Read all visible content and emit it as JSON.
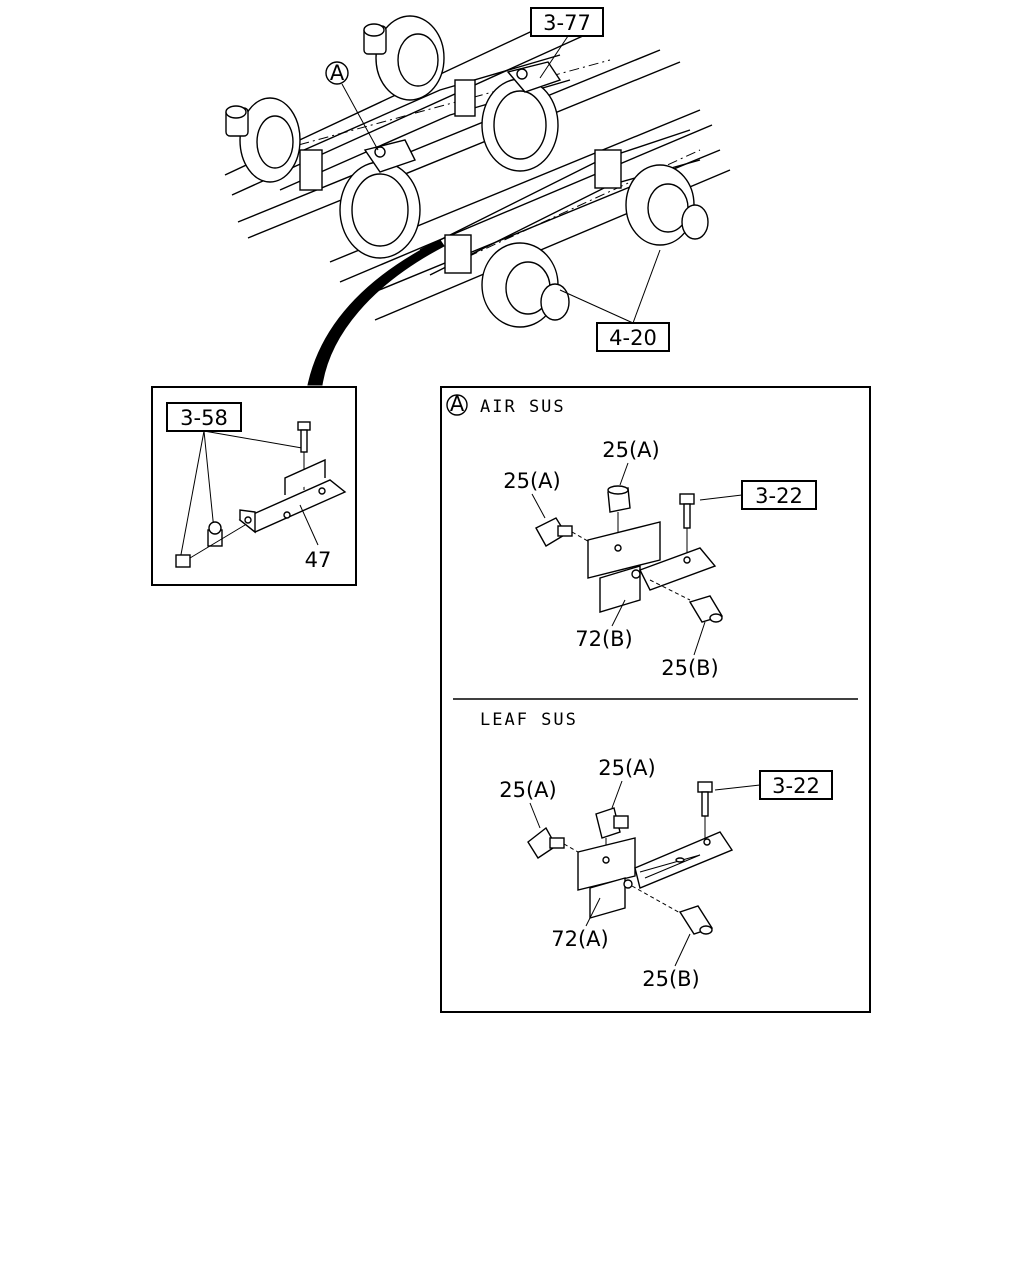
{
  "refs": {
    "r377": "3-77",
    "r420": "4-20",
    "r358": "3-58",
    "r322_air": "3-22",
    "r322_leaf": "3-22"
  },
  "circle_letter": "A",
  "detail_left": {
    "part_47": "47"
  },
  "air_sus": {
    "title": "AIR SUS",
    "p25a_top": "25(A)",
    "p25a_left": "25(A)",
    "p72b": "72(B)",
    "p25b": "25(B)"
  },
  "leaf_sus": {
    "title": "LEAF SUS",
    "p25a_top": "25(A)",
    "p25a_left": "25(A)",
    "p72a": "72(A)",
    "p25b": "25(B)"
  }
}
